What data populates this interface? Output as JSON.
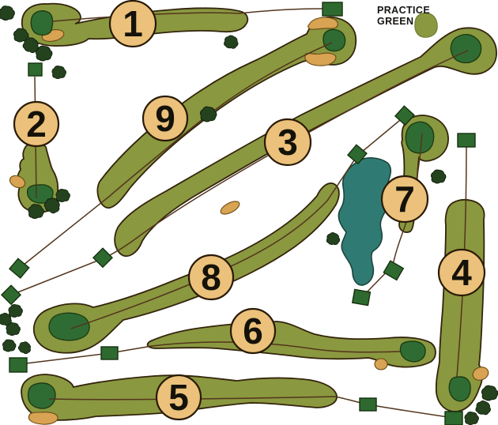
{
  "map_title": "golf-course-layout",
  "practice_green": {
    "label_line1": "PRACTICE",
    "label_line2": "GREEN"
  },
  "holes": [
    {
      "number": "1"
    },
    {
      "number": "2"
    },
    {
      "number": "3"
    },
    {
      "number": "4"
    },
    {
      "number": "5"
    },
    {
      "number": "6"
    },
    {
      "number": "7"
    },
    {
      "number": "8"
    },
    {
      "number": "9"
    }
  ],
  "features": {
    "water_hazards": 1,
    "practice_greens": 1,
    "tee_boxes": 14,
    "bunkers": 8
  },
  "colors": {
    "background": "#FFFFFF",
    "fairway": "#8A9840",
    "fairway_outline": "#33240B",
    "green": "#2F6C34",
    "green_outline": "#1E3D12",
    "marker_fill": "#EBC17B",
    "marker_outline": "#2A1A06",
    "number": "#141209",
    "water": "#2F7B73",
    "water_outline": "#1C443C",
    "bunker": "#D8A352",
    "bunker_outline": "#6B4A14",
    "tee": "#2E6A2F",
    "tee_outline": "#16300E",
    "tree": "#25421F",
    "tree_outline": "#12230C",
    "line": "#53351C",
    "label": "#161412"
  }
}
